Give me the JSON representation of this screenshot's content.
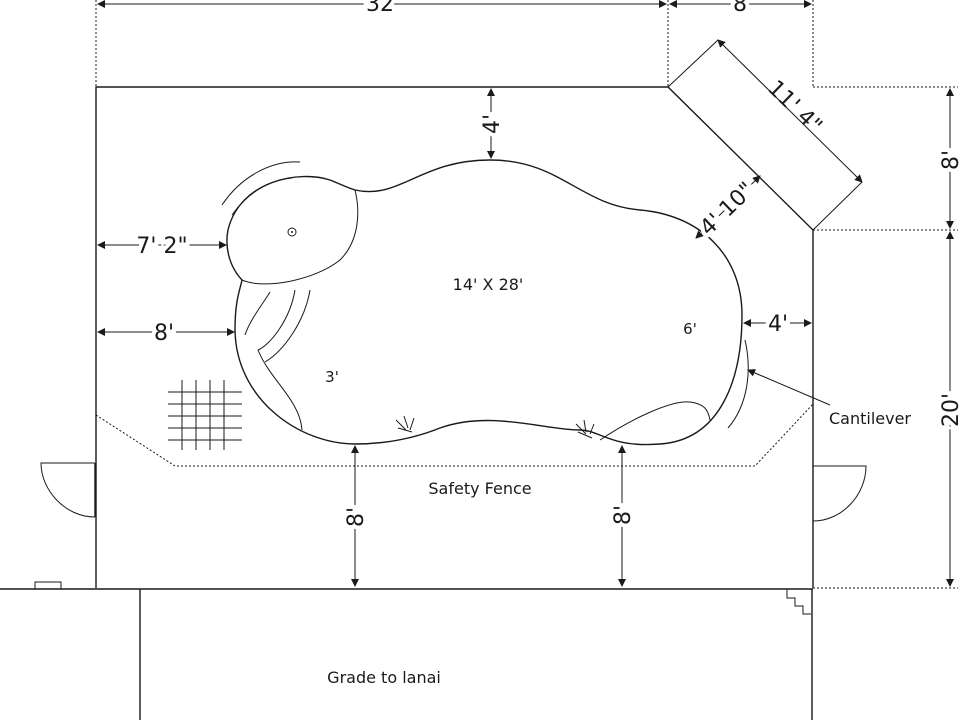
{
  "dimensions": {
    "top_width": "32",
    "top_corner": "8",
    "diagonal": "11' 4\"",
    "right_upper": "8'",
    "right_lower": "20'",
    "pool_to_top": "4'",
    "pool_to_diagonal": "4' 10\"",
    "left_upper": "7' 2\"",
    "left_lower": "8'",
    "right_mid": "4'",
    "bottom_left": "8'",
    "bottom_right": "8'"
  },
  "labels": {
    "pool_size": "14' X 28'",
    "shallow_depth": "3'",
    "deep_depth": "6'",
    "cantilever": "Cantilever",
    "safety_fence": "Safety Fence",
    "grade": "Grade to lanai"
  }
}
